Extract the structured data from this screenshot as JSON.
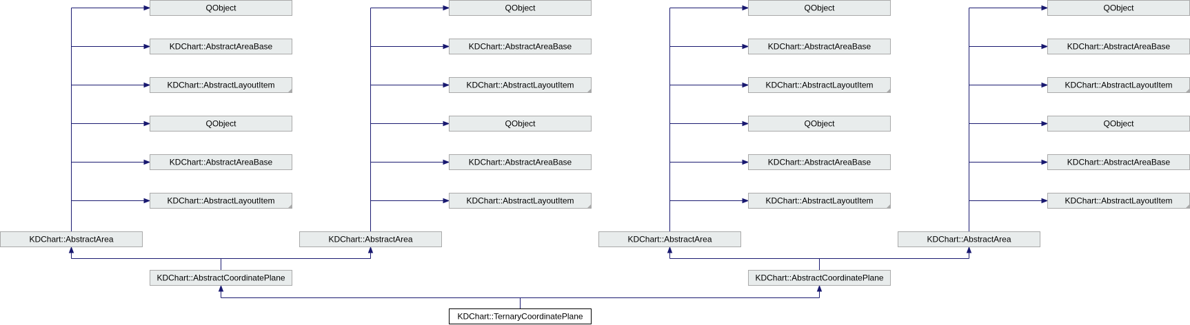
{
  "diagram": {
    "labels": {
      "qobject": "QObject",
      "abstract_area_base": "KDChart::AbstractAreaBase",
      "abstract_layout_item": "KDChart::AbstractLayoutItem",
      "abstract_area": "KDChart::AbstractArea",
      "abstract_coordinate_plane": "KDChart::AbstractCoordinatePlane",
      "ternary_coordinate_plane": "KDChart::TernaryCoordinatePlane"
    },
    "colors": {
      "edge": "#191970",
      "node_fill": "#e8ecec",
      "node_border": "#a9a9a9",
      "focus_fill": "#ffffff",
      "focus_border": "#000000"
    }
  }
}
